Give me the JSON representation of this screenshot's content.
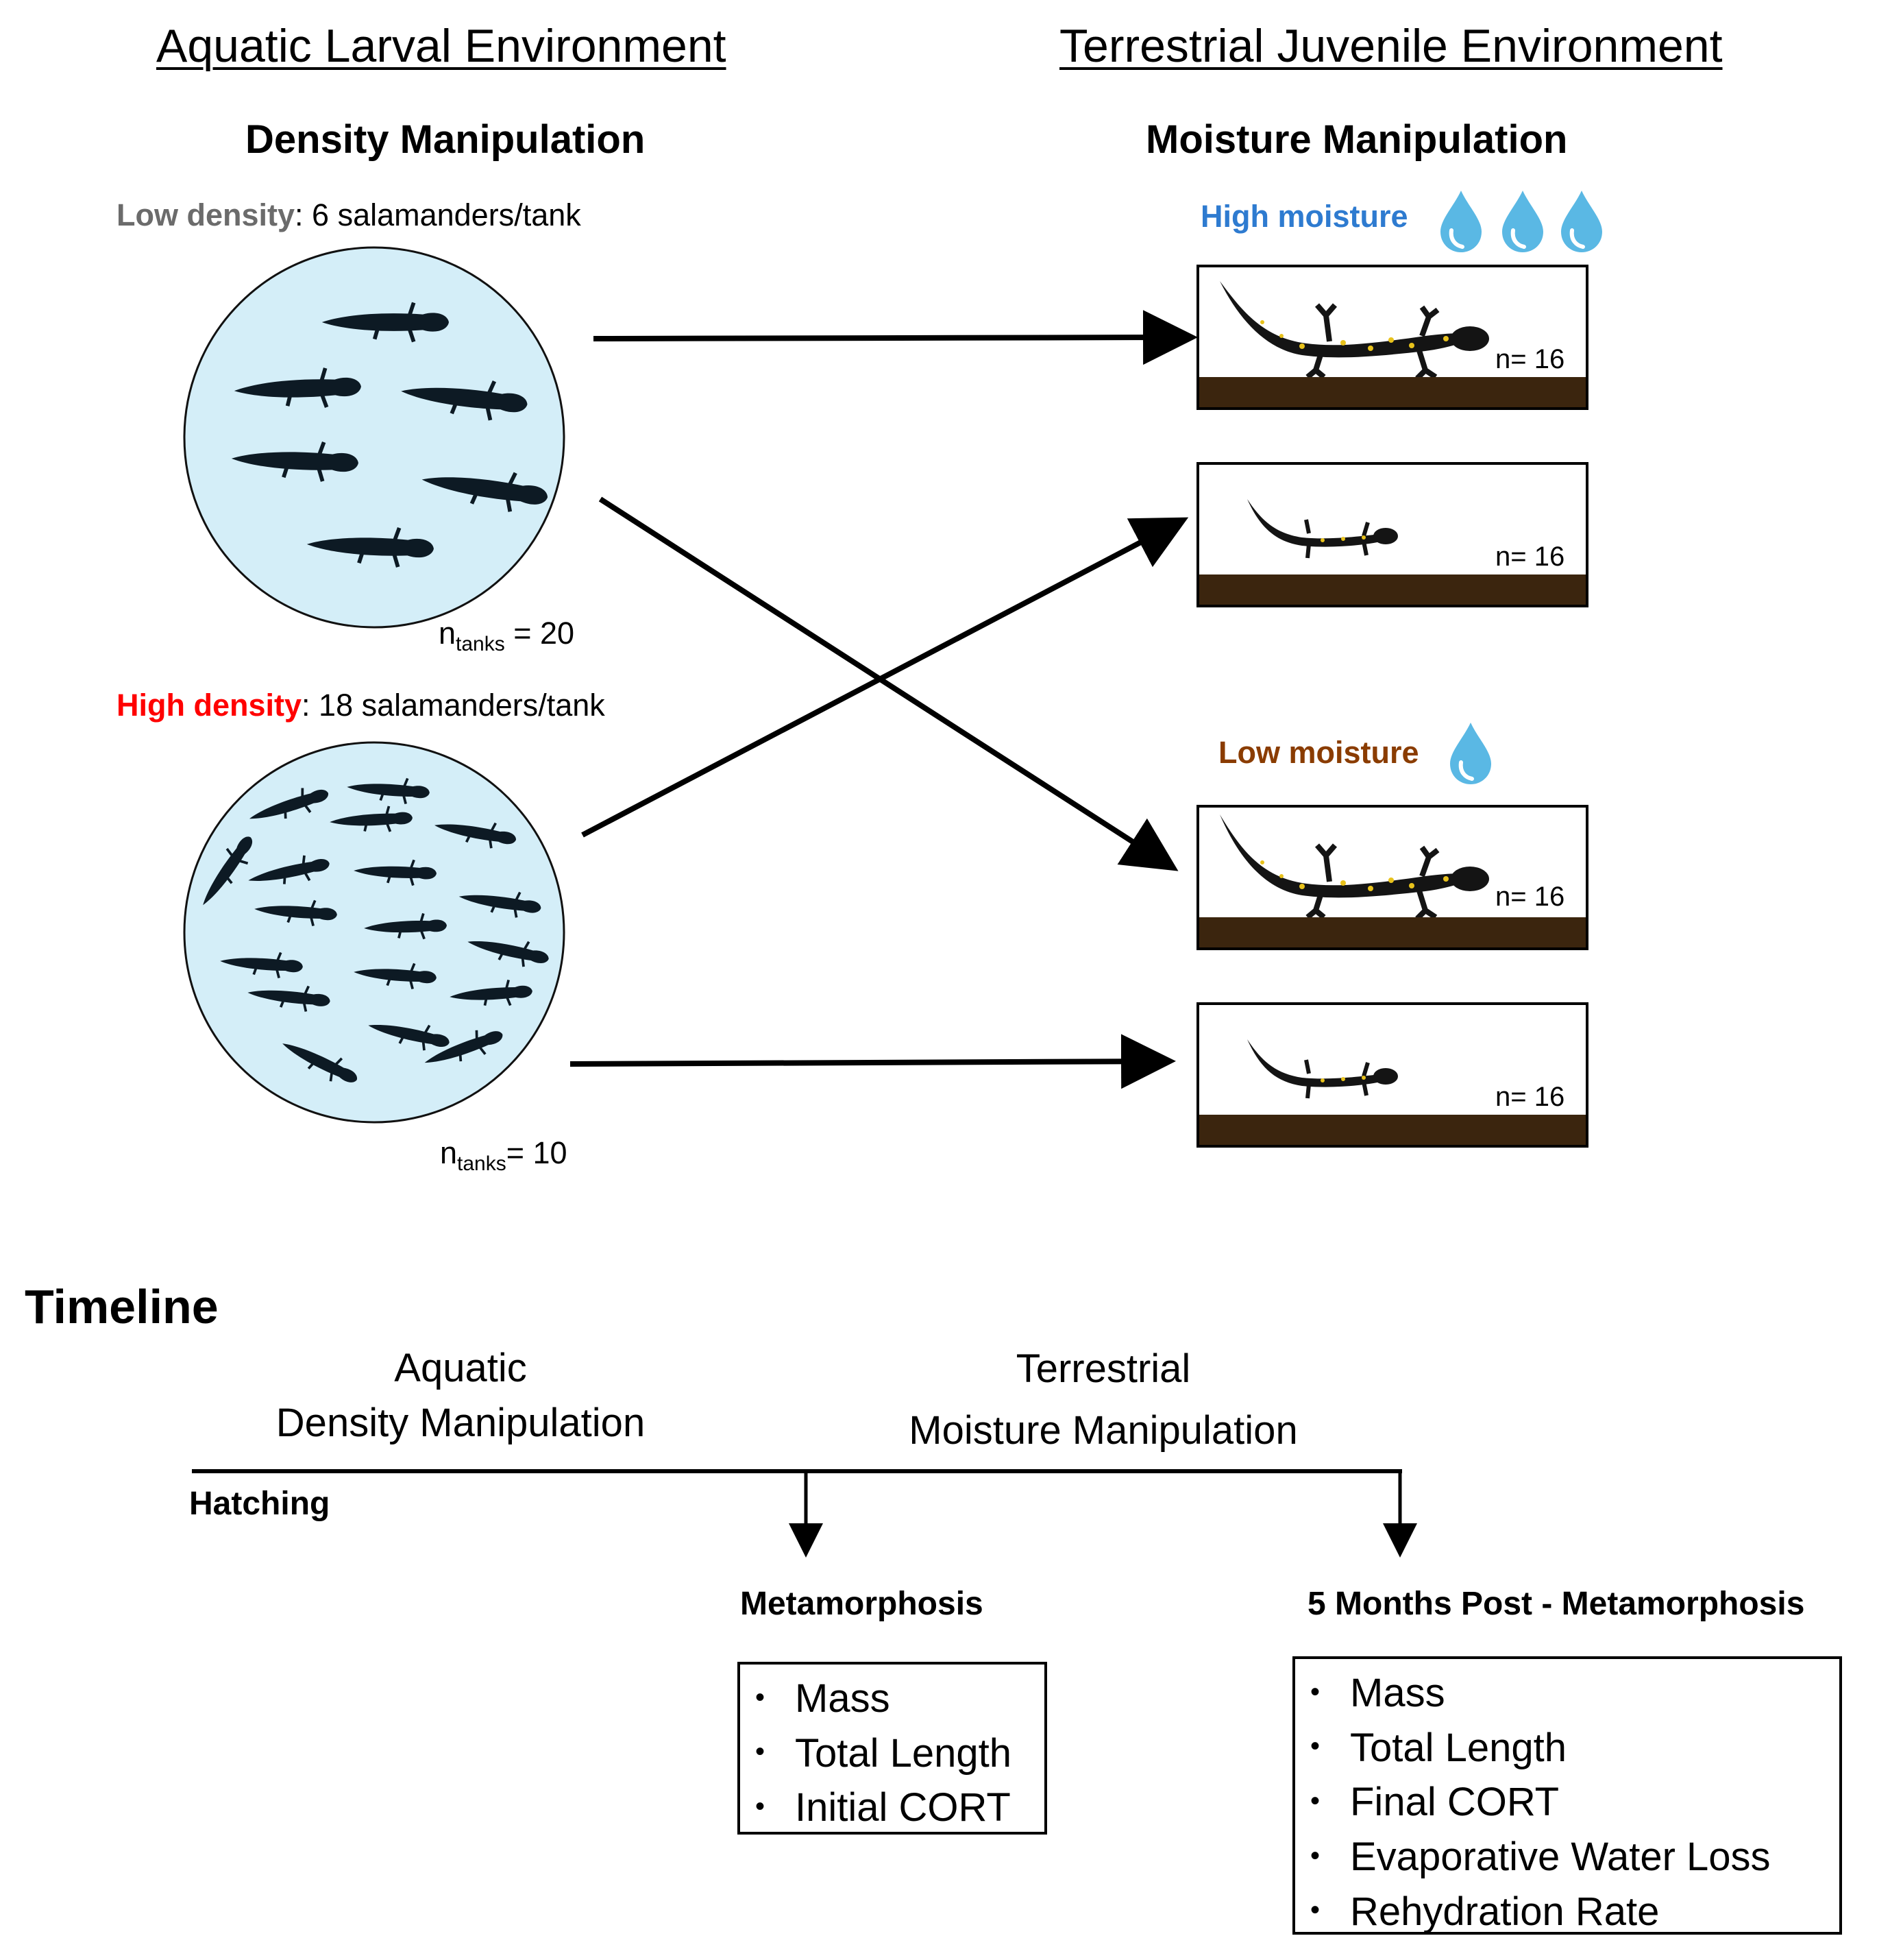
{
  "headers": {
    "aquatic": "Aquatic Larval Environment",
    "terrestrial": "Terrestrial Juvenile Environment",
    "density_title": "Density Manipulation",
    "moisture_title": "Moisture Manipulation"
  },
  "low_density": {
    "label": "Low density",
    "rest": ": 6 salamanders/tank",
    "n_prefix": "n",
    "n_sub": "tanks",
    "n_value": " = 20",
    "label_color": "#6b6b6b"
  },
  "high_density": {
    "label": "High density",
    "rest": ": 18 salamanders/tank",
    "n_prefix": "n",
    "n_sub": "tanks",
    "n_value": "= 10",
    "label_color": "#ff0000"
  },
  "high_moisture": {
    "label": "High moisture",
    "color": "#2e7bd0",
    "drops": 3
  },
  "low_moisture": {
    "label": "Low moisture",
    "color": "#8a3c00",
    "drops": 1
  },
  "treatment_boxes": [
    {
      "n": "n= 16",
      "salamander": "large"
    },
    {
      "n": "n= 16",
      "salamander": "small"
    },
    {
      "n": "n= 16",
      "salamander": "large"
    },
    {
      "n": "n= 16",
      "salamander": "small"
    }
  ],
  "timeline": {
    "title": "Timeline",
    "phase1_line1": "Aquatic",
    "phase1_line2": "Density Manipulation",
    "phase2_line1": "Terrestrial",
    "phase2_line2": "Moisture Manipulation",
    "start": "Hatching",
    "stage1": "Metamorphosis",
    "stage2": "5 Months Post - Metamorphosis",
    "stage1_items": [
      "Mass",
      "Total Length",
      "Initial CORT"
    ],
    "stage2_items": [
      "Mass",
      "Total Length",
      "Final CORT",
      "Evaporative  Water Loss",
      "Rehydration  Rate"
    ]
  },
  "colors": {
    "tank_fill": "#d4eef8",
    "larva": "#0d1a24",
    "soil": "#3b250e",
    "drop": "#5ab8e4"
  }
}
